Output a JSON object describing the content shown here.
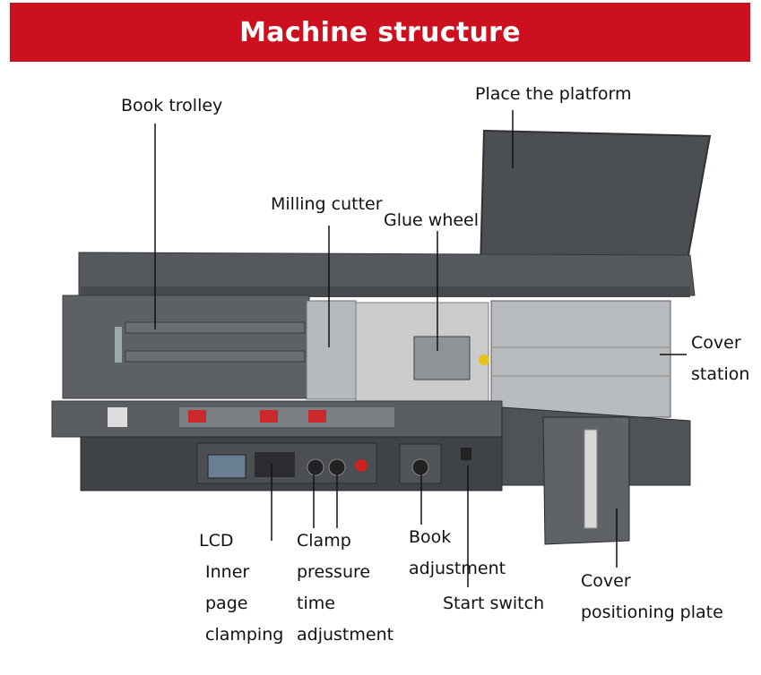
{
  "title": "Machine structure",
  "labels": {
    "book_trolley": "Book trolley",
    "place_platform": "Place the platform",
    "milling_cutter": "Milling cutter",
    "glue_wheel": "Glue wheel",
    "cover_station": [
      "Cover",
      "station"
    ],
    "lcd": "LCD",
    "inner_page_clamping": [
      "Inner",
      "page",
      "clamping"
    ],
    "clamp_pressure": [
      "Clamp",
      "pressure",
      "time",
      "adjustment"
    ],
    "book_adjustment": [
      "Book",
      "adjustment"
    ],
    "start_switch": "Start switch",
    "cover_positioning_plate": [
      "Cover",
      "positioning plate"
    ]
  },
  "colors": {
    "banner": "#cc1020",
    "machine_body": "#55585c",
    "machine_dark": "#3c3f43",
    "steel": "#c9cbcd",
    "leader_line": "#111111"
  }
}
